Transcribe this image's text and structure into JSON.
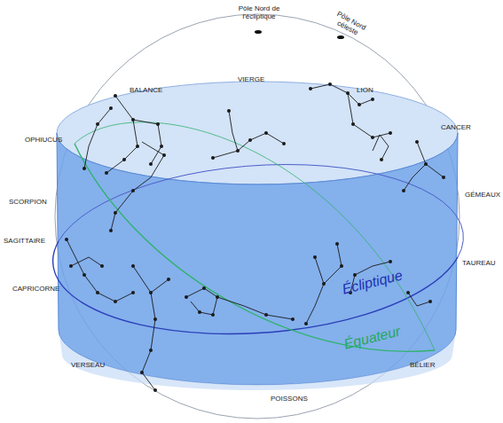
{
  "diagram": {
    "labels": [
      "Pôle Nord de l'écliptique",
      "Pôle Nord céleste",
      "BALANCE",
      "VIERGE",
      "LION",
      "CANCER",
      "OPHIUCUS",
      "GÉMEAUX",
      "SCORPION",
      "SAGITTAIRE",
      "TAUREAU",
      "CAPRICORNE",
      "Écliptique",
      "Équateur",
      "VERSEAU",
      "BÉLIER",
      "POISSONS"
    ]
  }
}
